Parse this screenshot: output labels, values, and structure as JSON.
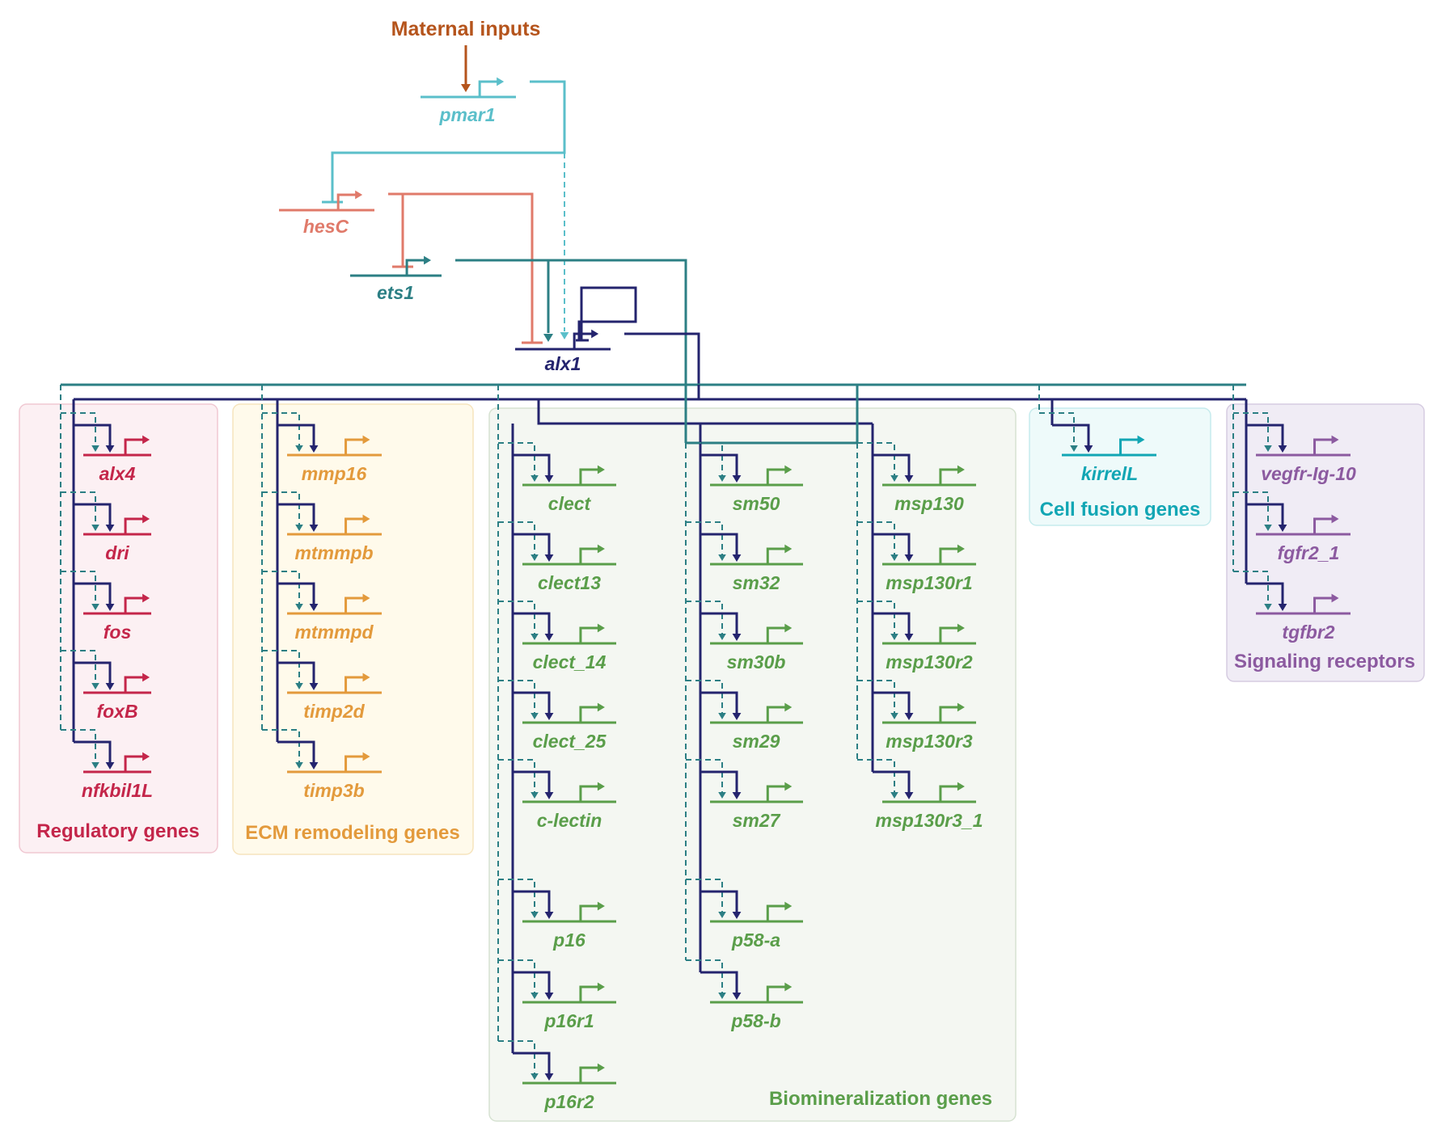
{
  "title": "Maternal inputs",
  "colors": {
    "maternal": "#b5541c",
    "pmar1": "#5bbfca",
    "hesC": "#e07a6a",
    "ets1": "#2c7f84",
    "alx1": "#24246e",
    "regulatory": "#c4264a",
    "ecm": "#e39a3c",
    "biomin": "#5a9e4a",
    "fusion": "#12a6b4",
    "signaling": "#8c5aa0"
  },
  "upstream": {
    "pmar1": "pmar1",
    "hesC": "hesC",
    "ets1": "ets1",
    "alx1": "alx1"
  },
  "groups": [
    {
      "key": "regulatory",
      "label": "Regulatory genes",
      "genes": [
        "alx4",
        "dri",
        "fos",
        "foxB",
        "nfkbil1L"
      ]
    },
    {
      "key": "ecm",
      "label": "ECM remodeling genes",
      "genes": [
        "mmp16",
        "mtmmpb",
        "mtmmpd",
        "timp2d",
        "timp3b"
      ]
    },
    {
      "key": "biomin",
      "label": "Biomineralization genes",
      "col1": [
        "clect",
        "clect13",
        "clect_14",
        "clect_25",
        "c-lectin",
        "p16",
        "p16r1",
        "p16r2"
      ],
      "col2": [
        "sm50",
        "sm32",
        "sm30b",
        "sm29",
        "sm27",
        "p58-a",
        "p58-b"
      ],
      "col3": [
        "msp130",
        "msp130r1",
        "msp130r2",
        "msp130r3",
        "msp130r3_1"
      ]
    },
    {
      "key": "fusion",
      "label": "Cell fusion genes",
      "genes": [
        "kirrelL"
      ]
    },
    {
      "key": "signaling",
      "label": "Signaling receptors",
      "genes": [
        "vegfr-Ig-10",
        "fgfr2_1",
        "tgfbr2"
      ]
    }
  ]
}
